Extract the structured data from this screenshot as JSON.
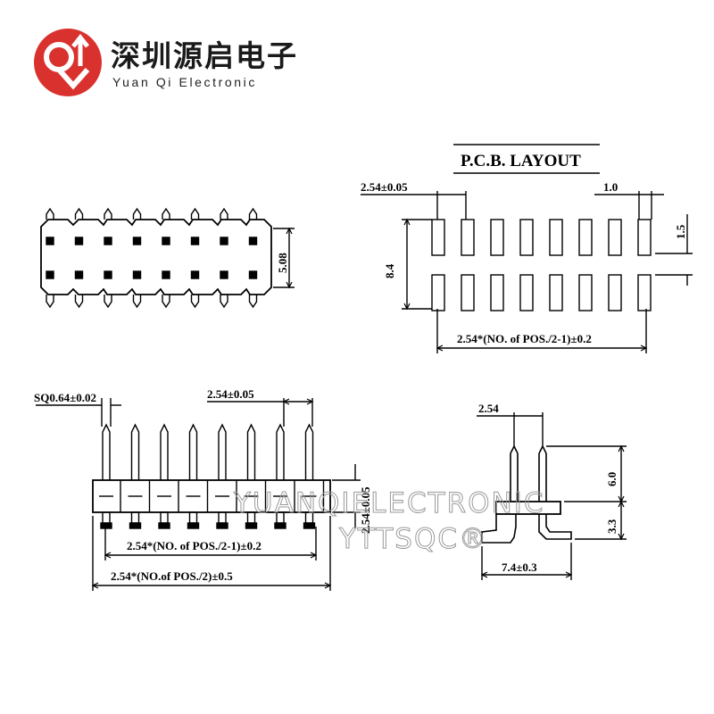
{
  "brand": {
    "name_cn": "深圳源启电子",
    "name_en": "Yuan Qi Electronic",
    "colors": {
      "logo_red": "#d9322e",
      "ink": "#000000"
    }
  },
  "pcb_layout": {
    "title": "P.C.B.  LAYOUT",
    "pitch_label": "2.54±0.05",
    "pad_width_label": "1.0",
    "pad_height_label": "1.5",
    "row_spacing_label": "8.4",
    "span_label": "2.54*(NO. of POS./2-1)±0.2"
  },
  "top_view": {
    "height_label": "5.08"
  },
  "front_view": {
    "pin_size_label": "SQ0.64±0.02",
    "pitch_label": "2.54±0.05",
    "row_pitch_label": "2.54±0.05",
    "span_inner_label": "2.54*(NO. of POS./2-1)±0.2",
    "span_outer_label": "2.54*(NO.of  POS./2)±0.5"
  },
  "side_view": {
    "pitch_label": "2.54",
    "height_label": "6.0",
    "offset_label": "3.3",
    "length_label": "7.4±0.3"
  },
  "watermark": {
    "line1": "YUANQIELECTRONIC",
    "line2": "YTTSQC®"
  }
}
